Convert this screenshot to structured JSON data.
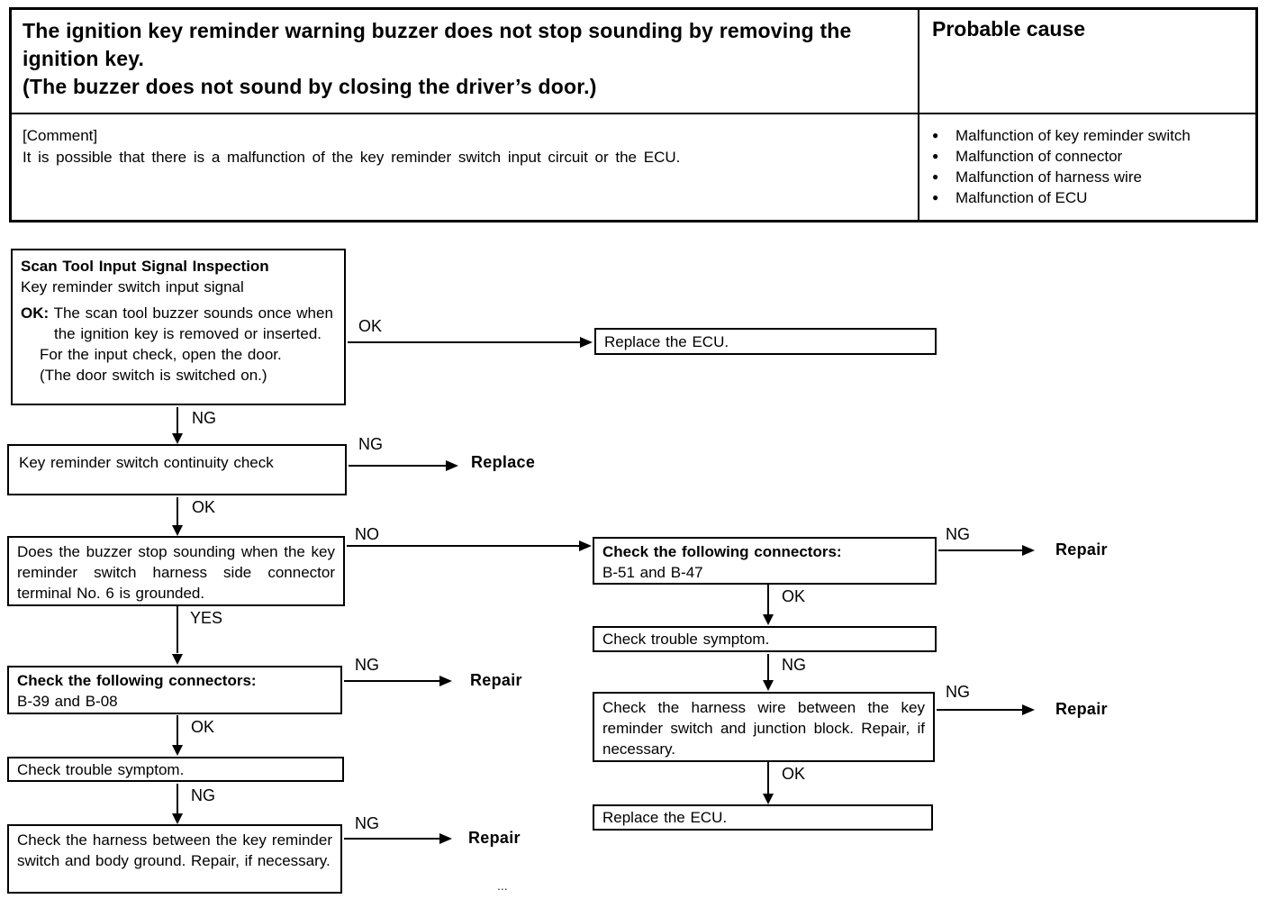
{
  "table": {
    "problem": {
      "line1": "The ignition key reminder warning buzzer does not stop sounding by removing the ignition key.",
      "line2": "(The buzzer does not sound by closing the driver’s door.)"
    },
    "probable_cause": {
      "title": "Probable cause",
      "bullet": "●",
      "items": [
        "Malfunction of key reminder switch",
        "Malfunction of  connector",
        "Malfunction of  harness wire",
        "Malfunction of  ECU"
      ]
    },
    "comment": {
      "label": "[Comment]",
      "text": "It is possible that there is a malfunction of the key reminder switch input circuit or the ECU."
    }
  },
  "flowchart": {
    "scan_tool": {
      "title": "Scan Tool Input Signal Inspection",
      "subtitle": "Key reminder switch input signal",
      "ok_label": "OK:",
      "ok_text": "The scan tool buzzer sounds once when the ignition key is removed or inserted.",
      "note1": "For the input check, open the door.",
      "note2": "(The door switch is switched on.)"
    },
    "replace_ecu_top": "Replace the ECU.",
    "continuity": "Key reminder switch continuity check",
    "buzzer_question": "Does the buzzer stop sounding when the key reminder switch harness side connector terminal No. 6 is grounded.",
    "connectors_b39": {
      "title": "Check the following connectors:",
      "detail": "B-39 and B-08"
    },
    "trouble_left": "Check trouble symptom.",
    "harness_body_ground": "Check the harness between the key reminder switch and body ground. Repair, if necessary.",
    "connectors_b51": {
      "title": "Check the following connectors:",
      "detail": "B-51 and B-47"
    },
    "trouble_right": "Check trouble symptom.",
    "harness_junction": "Check the harness wire between the key reminder switch and junction block. Repair, if necessary.",
    "replace_ecu_bottom": "Replace the ECU."
  },
  "labels": {
    "ok": "OK",
    "ng": "NG",
    "yes": "YES",
    "no": "NO"
  },
  "results": {
    "replace": "Replace",
    "repair": "Repair"
  },
  "artifact": "..."
}
